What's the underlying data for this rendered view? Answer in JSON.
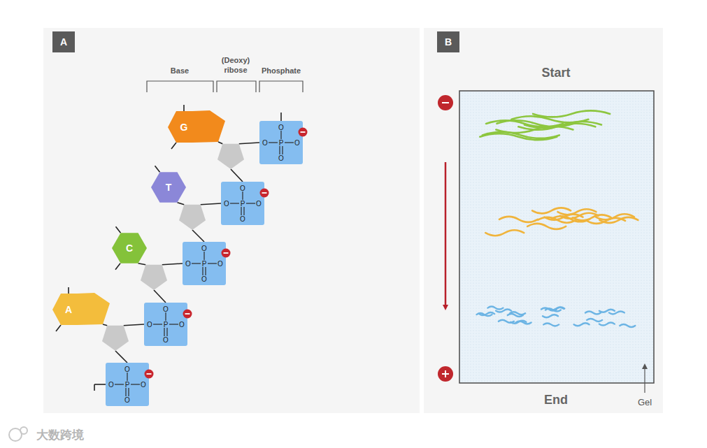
{
  "diagram": {
    "nodes": [
      {
        "text": [
          "A"
        ]
      },
      {
        "text": [
          "B"
        ]
      },
      {
        "text": [
          "G"
        ]
      },
      {
        "text": [
          "T"
        ]
      },
      {
        "text": [
          "C"
        ]
      },
      {
        "text": [
          "A"
        ]
      },
      {
        "text": [
          "O",
          "O",
          "P",
          "O",
          "O"
        ]
      },
      {
        "text": [
          "O",
          "O",
          "P",
          "O",
          "O"
        ]
      },
      {
        "text": [
          "O",
          "O",
          "P",
          "O",
          "O"
        ]
      },
      {
        "text": [
          "O",
          "O",
          "P",
          "O",
          "O"
        ]
      },
      {
        "text": [
          "O",
          "O",
          "P",
          "O",
          "O"
        ]
      }
    ],
    "labels": [
      "Base",
      "(Deoxy) ribose",
      "Phosphate",
      "Start",
      "End",
      "Gel",
      "大数跨境"
    ]
  }
}
